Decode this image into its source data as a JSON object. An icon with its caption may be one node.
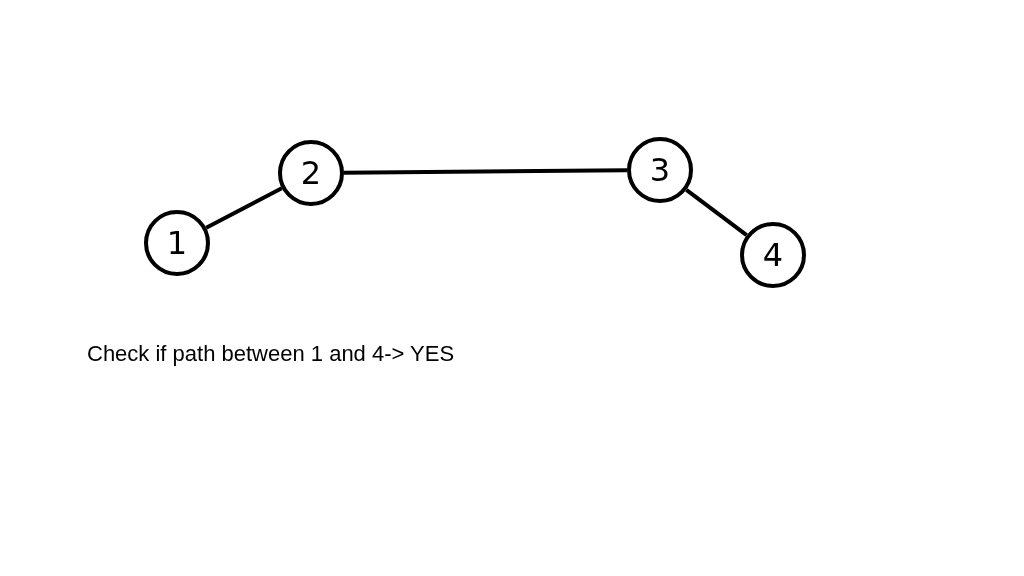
{
  "diagram": {
    "nodes": [
      {
        "text": [
          "1"
        ]
      },
      {
        "text": [
          "2"
        ]
      },
      {
        "text": [
          "3"
        ]
      },
      {
        "text": [
          "4"
        ]
      }
    ],
    "edges": [
      {
        "from": 0,
        "to": 1,
        "arrow": "none"
      },
      {
        "from": 1,
        "to": 2,
        "arrow": "none"
      },
      {
        "from": 2,
        "to": 3,
        "arrow": "none"
      }
    ],
    "labels": [
      "Check if path between 1 and 4-> YES"
    ]
  }
}
